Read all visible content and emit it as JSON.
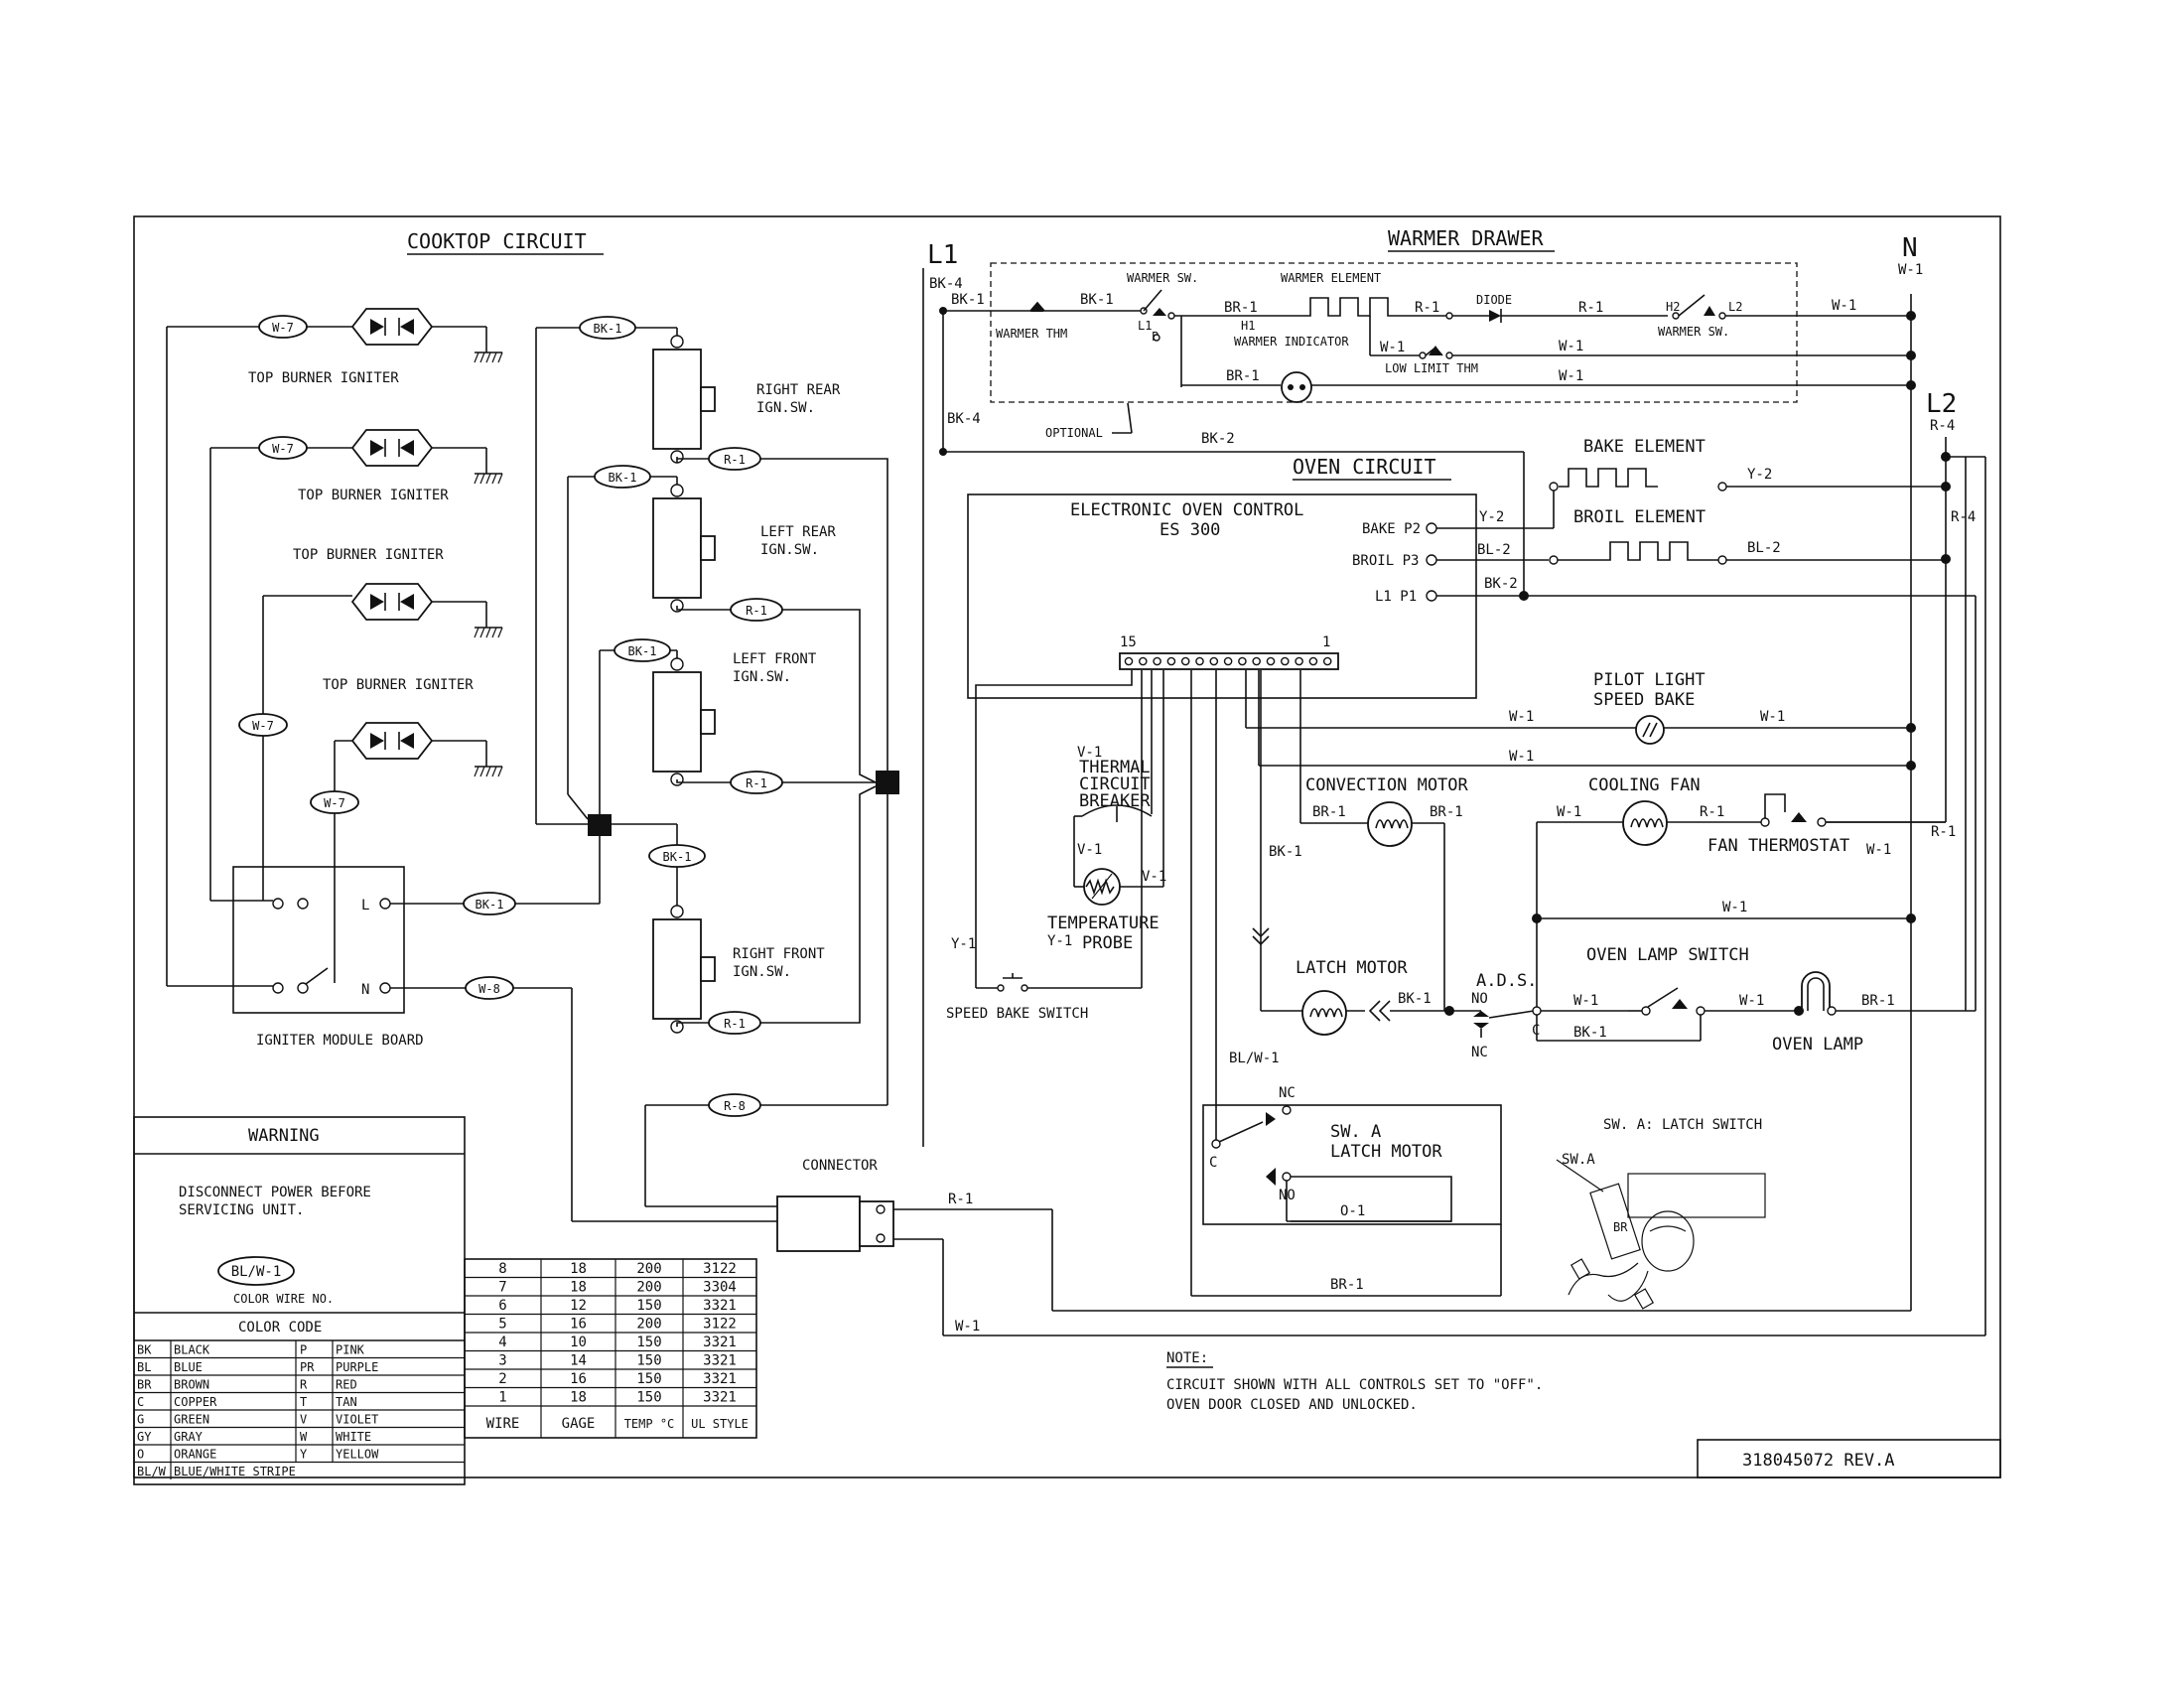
{
  "titles": {
    "cooktop": "COOKTOP CIRCUIT",
    "warmer": "WARMER DRAWER",
    "oven": "OVEN CIRCUIT",
    "l1": "L1",
    "l2": "L2",
    "n": "N"
  },
  "cooktop": {
    "igniter_label": "TOP BURNER IGNITER",
    "switches": {
      "right_rear": [
        "RIGHT REAR",
        "IGN.SW."
      ],
      "left_rear": [
        "LEFT REAR",
        "IGN.SW."
      ],
      "left_front": [
        "LEFT FRONT",
        "IGN.SW."
      ],
      "right_front": [
        "RIGHT FRONT",
        "IGN.SW."
      ]
    },
    "module_board": "IGNITER MODULE BOARD",
    "module_l": "L",
    "module_n": "N",
    "connector": "CONNECTOR"
  },
  "wire_tags": {
    "w7": "W-7",
    "bk1": "BK-1",
    "r1": "R-1",
    "w8": "W-8",
    "r8": "R-8"
  },
  "warmer": {
    "warmer_sw": "WARMER SW.",
    "warmer_element": "WARMER ELEMENT",
    "diode": "DIODE",
    "warmer_thm": "WARMER THM",
    "warmer_indicator": "WARMER INDICATOR",
    "low_limit_thm": "LOW LIMIT THM",
    "warmer_sw2": "WARMER SW.",
    "optional": "OPTIONAL",
    "h1": "H1",
    "h2": "H2",
    "l2s": "L2",
    "l1s": "L1",
    "ps": "P"
  },
  "wires": {
    "bk1": "BK-1",
    "bk2": "BK-2",
    "bk4": "BK-4",
    "br1": "BR-1",
    "r1": "R-1",
    "r4": "R-4",
    "w1": "W-1",
    "y1": "Y-1",
    "y2": "Y-2",
    "bl2": "BL-2",
    "v1": "V-1",
    "o1": "O-1",
    "blw1": "BL/W-1"
  },
  "oven": {
    "control_title": "ELECTRONIC OVEN CONTROL",
    "control_model": "ES 300",
    "bake_p2": "BAKE P2",
    "broil_p3": "BROIL P3",
    "l1_p1": "L1 P1",
    "pin_15": "15",
    "pin_1": "1",
    "bake_element": "BAKE ELEMENT",
    "broil_element": "BROIL ELEMENT",
    "pilot_light": [
      "PILOT LIGHT",
      "SPEED BAKE"
    ],
    "thermal_breaker": [
      "THERMAL",
      "CIRCUIT",
      "BREAKER"
    ],
    "temp_probe": [
      "TEMPERATURE",
      "PROBE"
    ],
    "convection_motor": "CONVECTION MOTOR",
    "cooling_fan": "COOLING FAN",
    "fan_thermostat": "FAN THERMOSTAT",
    "latch_motor": "LATCH MOTOR",
    "ads": "A.D.S.",
    "no": "NO",
    "nc": "NC",
    "c": "C",
    "oven_lamp_switch": "OVEN LAMP SWITCH",
    "oven_lamp": "OVEN LAMP",
    "speed_bake_switch": "SPEED BAKE SWITCH",
    "sw_a": [
      "SW. A",
      "LATCH MOTOR"
    ],
    "sw_a_latch": "SW. A: LATCH SWITCH",
    "sw_a_small": "SW.A",
    "br_small": "BR"
  },
  "note": {
    "heading": "NOTE:",
    "lines": [
      "CIRCUIT SHOWN WITH ALL CONTROLS SET TO \"OFF\".",
      "OVEN DOOR CLOSED AND UNLOCKED."
    ]
  },
  "doc_number": "318045072 REV.A",
  "warning": {
    "heading": "WARNING",
    "lines": [
      "DISCONNECT POWER BEFORE",
      "SERVICING UNIT."
    ],
    "sample_tag": "BL/W-1",
    "sample_label": "COLOR WIRE NO."
  },
  "color_code": {
    "heading": "COLOR CODE",
    "rows": [
      [
        "BK",
        "BLACK",
        "P",
        "PINK"
      ],
      [
        "BL",
        "BLUE",
        "PR",
        "PURPLE"
      ],
      [
        "BR",
        "BROWN",
        "R",
        "RED"
      ],
      [
        "C",
        "COPPER",
        "T",
        "TAN"
      ],
      [
        "G",
        "GREEN",
        "V",
        "VIOLET"
      ],
      [
        "GY",
        "GRAY",
        "W",
        "WHITE"
      ],
      [
        "O",
        "ORANGE",
        "Y",
        "YELLOW"
      ]
    ],
    "last_abbr": "BL/W",
    "last_name": "BLUE/WHITE STRIPE"
  },
  "wire_table": {
    "headers": [
      "WIRE",
      "GAGE",
      "TEMP °C",
      "UL STYLE"
    ],
    "rows": [
      [
        "8",
        "18",
        "200",
        "3122"
      ],
      [
        "7",
        "18",
        "200",
        "3304"
      ],
      [
        "6",
        "12",
        "150",
        "3321"
      ],
      [
        "5",
        "16",
        "200",
        "3122"
      ],
      [
        "4",
        "10",
        "150",
        "3321"
      ],
      [
        "3",
        "14",
        "150",
        "3321"
      ],
      [
        "2",
        "16",
        "150",
        "3321"
      ],
      [
        "1",
        "18",
        "150",
        "3321"
      ]
    ]
  }
}
